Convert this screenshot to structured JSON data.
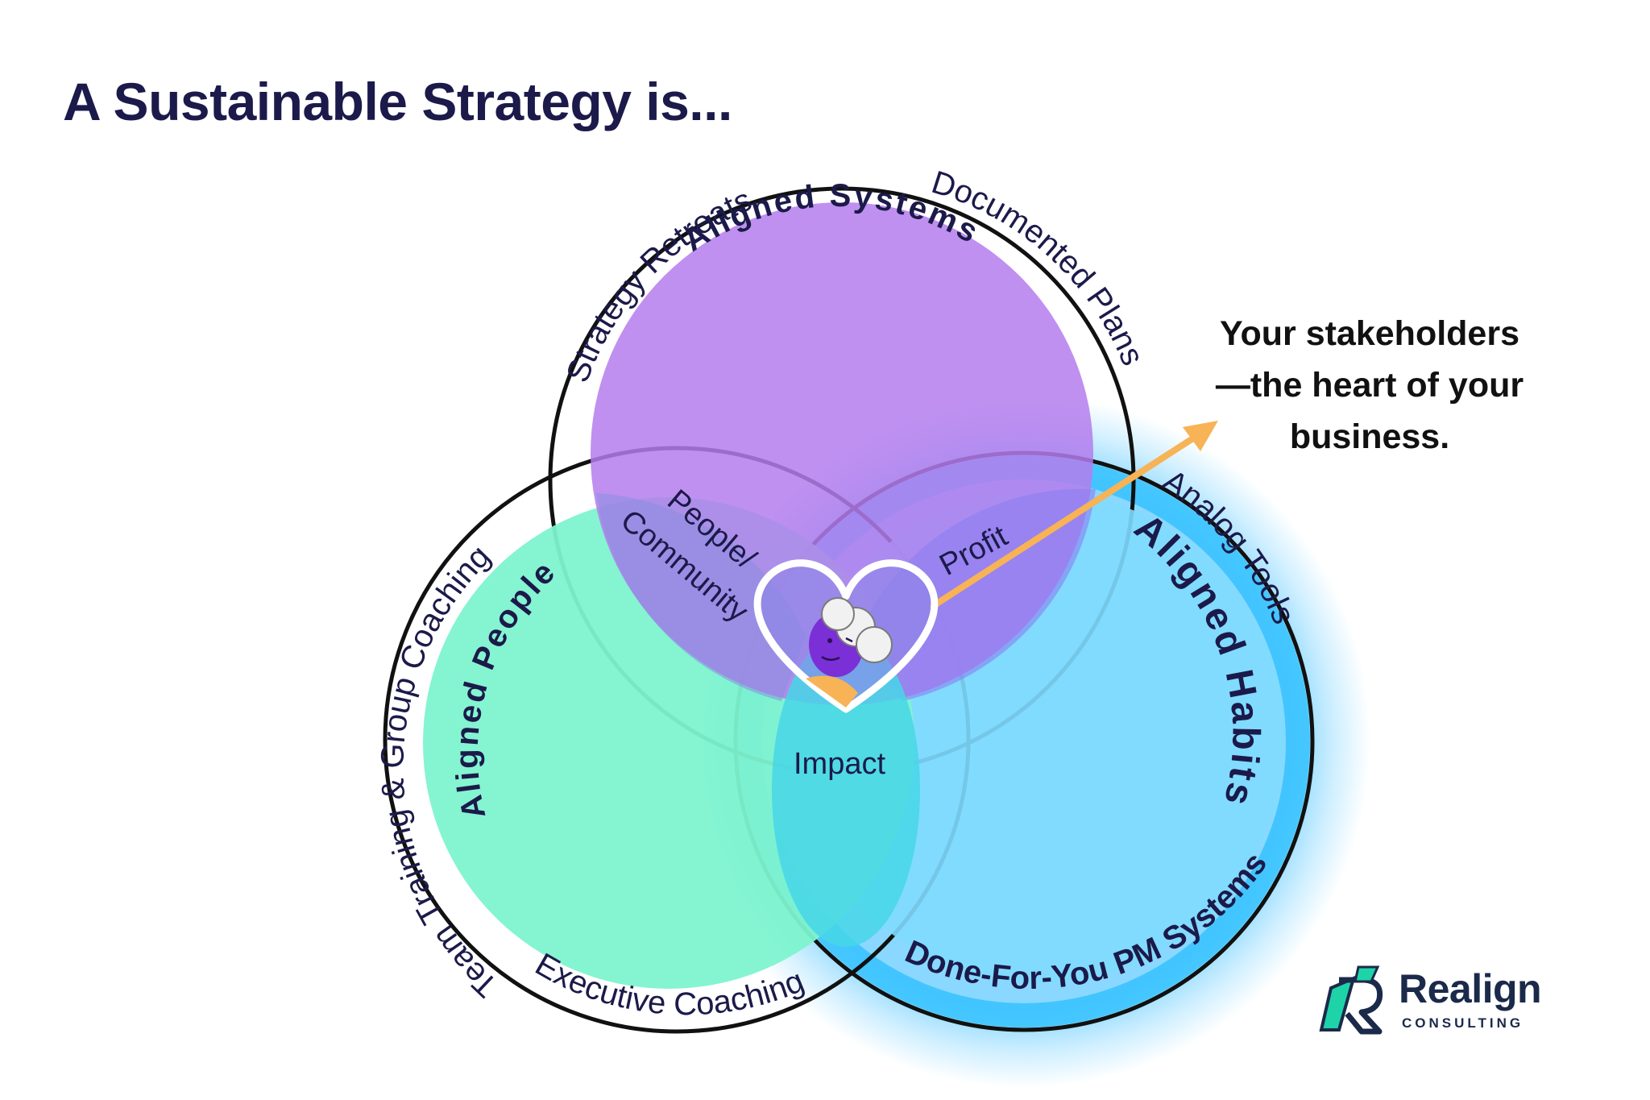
{
  "title": "A Sustainable Strategy is...",
  "circles": {
    "systems": {
      "label": "Aligned Systems",
      "ring_left": "Strategy Retreats",
      "ring_right": "Documented Plans",
      "color": "#b47ded"
    },
    "people": {
      "label": "Aligned People",
      "ring_left": "Team Training & Group Coaching",
      "ring_bottom": "Executive Coaching",
      "color": "#7ef3cf"
    },
    "habits": {
      "label": "Aligned Habits",
      "ring_top": "Analog Tools",
      "ring_bottom": "Done-For-You PM Systems",
      "color": "#7fdbff"
    }
  },
  "overlaps": {
    "people_systems": [
      "People/",
      "Community"
    ],
    "systems_habits": "Profit",
    "people_habits": "Impact"
  },
  "callout": [
    "Your stakeholders",
    "—the heart of your",
    "business."
  ],
  "colors": {
    "title": "#1b1a4a",
    "arrow": "#f7b355",
    "heart_outline": "#ffffff",
    "glow": "#2ab8ff",
    "logo_teal": "#1fd3a8",
    "logo_navy": "#1b2a4a"
  },
  "logo": {
    "word": "Realign",
    "sub": "CONSULTING"
  }
}
